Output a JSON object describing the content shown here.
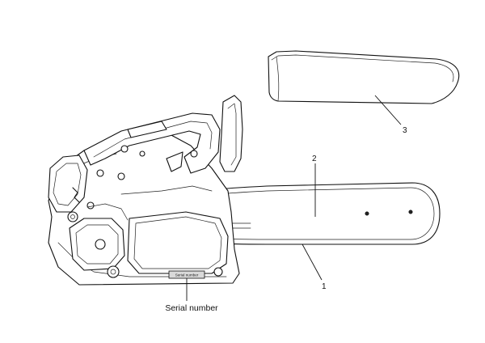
{
  "callouts": {
    "guide_bar": "1",
    "chain": "2",
    "chain_guard": "3"
  },
  "serial": {
    "caption": "Serial number",
    "plate_text": "Serial number"
  },
  "colors": {
    "line": "#111111",
    "background": "#ffffff",
    "plate": "#d9d9d9"
  }
}
